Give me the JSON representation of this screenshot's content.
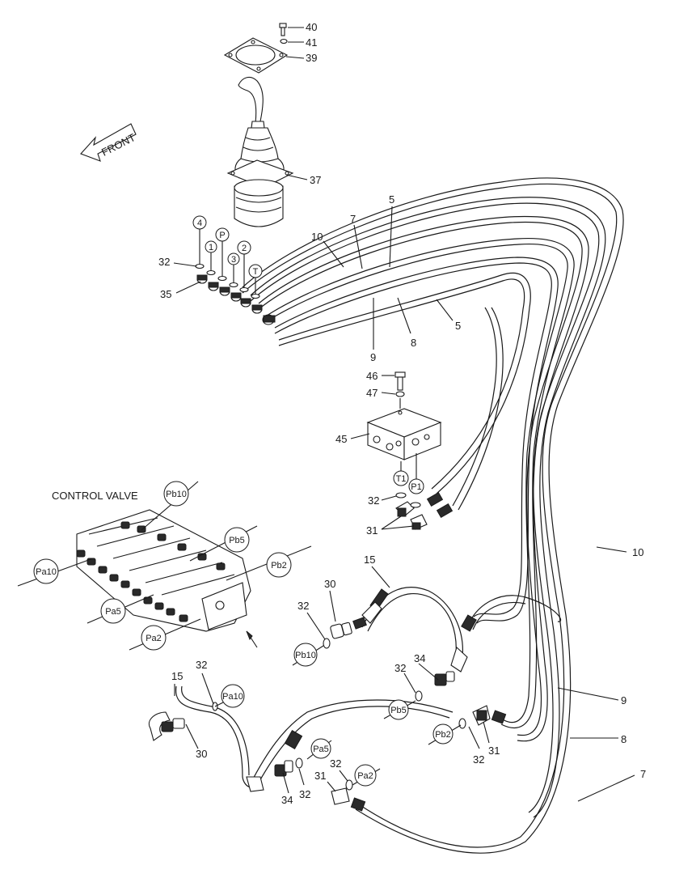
{
  "control_valve_label": "CONTROL VALVE",
  "front_label": "FRONT",
  "part_numbers": {
    "p40": "40",
    "p41": "41",
    "p39": "39",
    "p37": "37",
    "p5a": "5",
    "p7a": "7",
    "p10a": "10",
    "p32a": "32",
    "p35": "35",
    "p5b": "5",
    "p8a": "8",
    "p9a": "9",
    "p46": "46",
    "p47": "47",
    "p45": "45",
    "p32b": "32",
    "p31a": "31",
    "p10b": "10",
    "p15a": "15",
    "p30a": "30",
    "p32c": "32",
    "p34a": "34",
    "p32d": "32",
    "p9b": "9",
    "p15b": "15",
    "p32e": "32",
    "p30b": "30",
    "p8b": "8",
    "p32f": "32",
    "p31b": "31",
    "p7b": "7",
    "p34b": "34",
    "p32g": "32",
    "p31c": "31",
    "p32h": "32"
  },
  "port_labels": {
    "c4": "4",
    "c1": "1",
    "cP": "P",
    "c3": "3",
    "c2": "2",
    "cT": "T",
    "cT1": "T1",
    "cP1": "P1",
    "pb10a": "Pb10",
    "pa10a": "Pa10",
    "pb5a": "Pb5",
    "pa5a": "Pa5",
    "pb2a": "Pb2",
    "pa2a": "Pa2",
    "pb10b": "Pb10",
    "pa10b": "Pa10",
    "pb5b": "Pb5",
    "pb2b": "Pb2",
    "pa5b": "Pa5",
    "pa2b": "Pa2"
  }
}
